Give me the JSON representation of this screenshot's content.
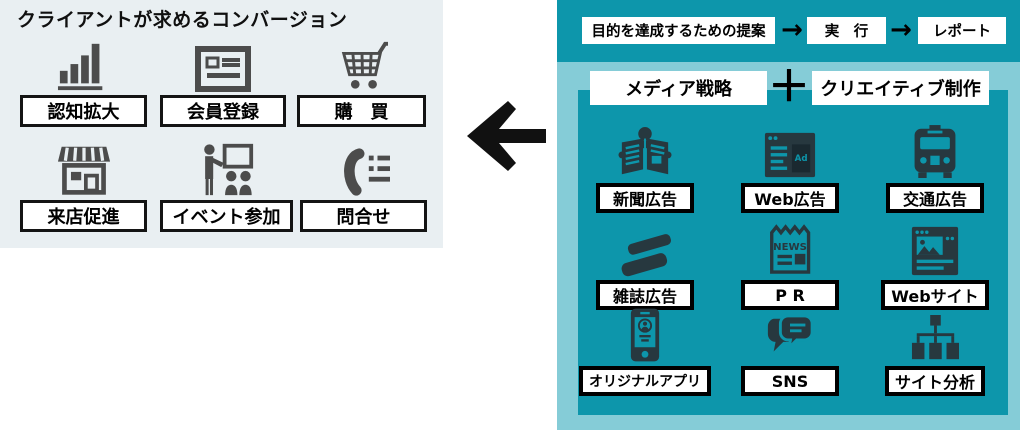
{
  "left_panel": {
    "title": "クライアントが求めるコンバージョン",
    "conversions": [
      {
        "label": "認知拡大",
        "icon": "bar-chart-icon"
      },
      {
        "label": "会員登録",
        "icon": "registration-form-icon"
      },
      {
        "label": "購　買",
        "icon": "shopping-cart-icon"
      },
      {
        "label": "来店促進",
        "icon": "storefront-icon"
      },
      {
        "label": "イベント参加",
        "icon": "presentation-icon"
      },
      {
        "label": "問合せ",
        "icon": "phone-list-icon"
      }
    ]
  },
  "flow": {
    "left_arrow": "←",
    "step_arrow": "→",
    "plus": "＋"
  },
  "right_panel": {
    "steps": [
      {
        "label": "目的を達成するための提案"
      },
      {
        "label": "実　行"
      },
      {
        "label": "レポート"
      }
    ],
    "strategy": {
      "media": "メディア戦略",
      "creative": "クリエイティブ制作"
    },
    "services": [
      {
        "label": "新聞広告",
        "icon": "newspaper-reader-icon"
      },
      {
        "label": "Web広告",
        "icon": "browser-ad-icon"
      },
      {
        "label": "交通広告",
        "icon": "bus-icon"
      },
      {
        "label": "雑誌広告",
        "icon": "magazines-icon"
      },
      {
        "label": "P R",
        "icon": "news-sheet-icon"
      },
      {
        "label": "Webサイト",
        "icon": "browser-image-icon"
      },
      {
        "label": "オリジナルアプリ",
        "icon": "smartphone-icon"
      },
      {
        "label": "SNS",
        "icon": "chat-bubbles-icon"
      },
      {
        "label": "サイト分析",
        "icon": "sitemap-icon"
      }
    ],
    "icon_text": {
      "web_ad": "Ad",
      "news": "NEWS"
    }
  },
  "colors": {
    "teal": "#0d96ab",
    "light_teal": "#85ccd7",
    "left_bg": "#e9eff2",
    "left_icon": "#4c4c4c",
    "right_icon": "#27383f"
  }
}
